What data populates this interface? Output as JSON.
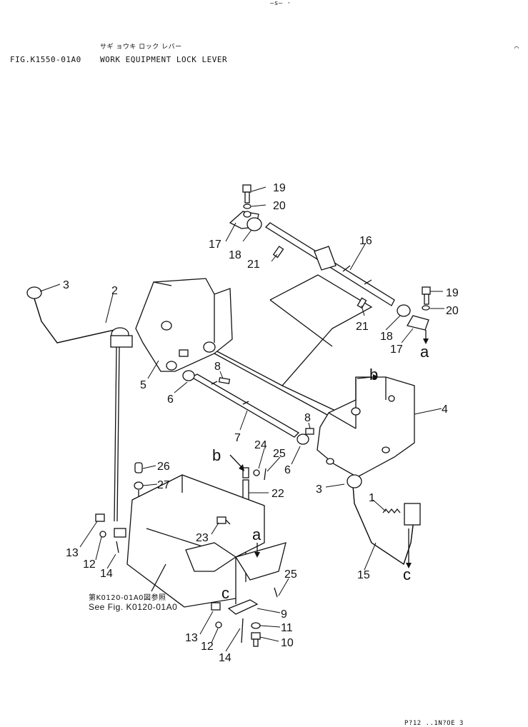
{
  "header": {
    "top_mark": "—s— ·",
    "kana": "サギ ョウキ ロック レバー",
    "fig_no": "FIG.K1550-01A0",
    "title": "WORK EQUIPMENT LOCK LEVER",
    "corner_mark": "⌒"
  },
  "reference": {
    "jp": "第K0120-01A0図参照",
    "en": "See Fig. K0120-01A0"
  },
  "bottom_code": "P?12 ..1N?OE 3",
  "callouts": [
    {
      "text": "19"
    },
    {
      "text": "20"
    },
    {
      "text": "17"
    },
    {
      "text": "18"
    },
    {
      "text": "16"
    },
    {
      "text": "21"
    },
    {
      "text": "19"
    },
    {
      "text": "20"
    },
    {
      "text": "21"
    },
    {
      "text": "18"
    },
    {
      "text": "17"
    },
    {
      "text": "3"
    },
    {
      "text": "2"
    },
    {
      "text": "5"
    },
    {
      "text": "8"
    },
    {
      "text": "6"
    },
    {
      "text": "7"
    },
    {
      "text": "8"
    },
    {
      "text": "6"
    },
    {
      "text": "4"
    },
    {
      "text": "3"
    },
    {
      "text": "15"
    },
    {
      "text": "1"
    },
    {
      "text": "24"
    },
    {
      "text": "25"
    },
    {
      "text": "22"
    },
    {
      "text": "26"
    },
    {
      "text": "27"
    },
    {
      "text": "23"
    },
    {
      "text": "13"
    },
    {
      "text": "12"
    },
    {
      "text": "14"
    },
    {
      "text": "25"
    },
    {
      "text": "9"
    },
    {
      "text": "11"
    },
    {
      "text": "10"
    },
    {
      "text": "13"
    },
    {
      "text": "12"
    },
    {
      "text": "14"
    }
  ],
  "arrow_letters": [
    {
      "text": "a"
    },
    {
      "text": "b"
    },
    {
      "text": "b"
    },
    {
      "text": "c"
    },
    {
      "text": "a"
    },
    {
      "text": "c"
    }
  ]
}
